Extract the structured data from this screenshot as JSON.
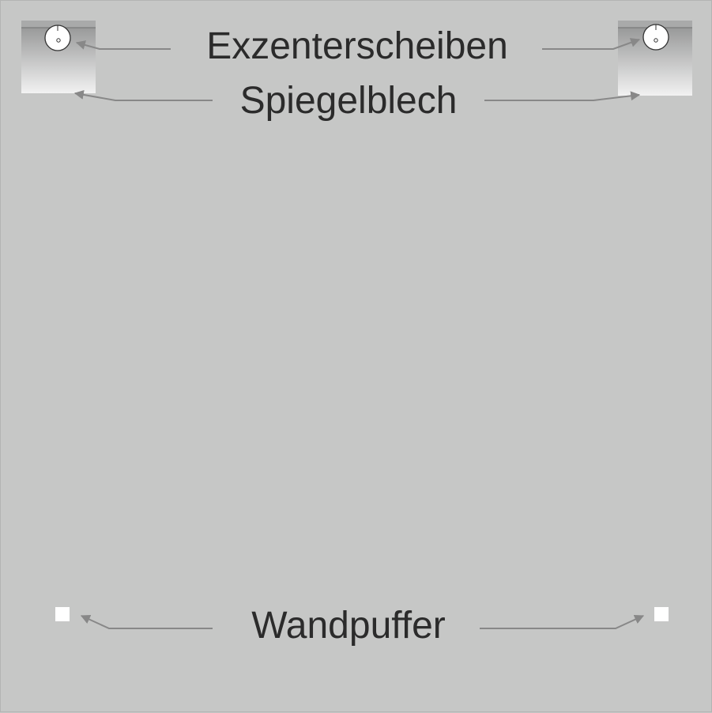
{
  "labels": {
    "eccentric_discs": "Exzenterscheiben",
    "mirror_plate": "Spiegelblech",
    "wall_buffer": "Wandpuffer"
  },
  "colors": {
    "background": "#c6c7c6",
    "text": "#2b2b2b",
    "arrow": "#888888",
    "bracket_dark": "#8f9090",
    "bracket_light": "#f2f2f2",
    "buffer": "#ffffff"
  }
}
